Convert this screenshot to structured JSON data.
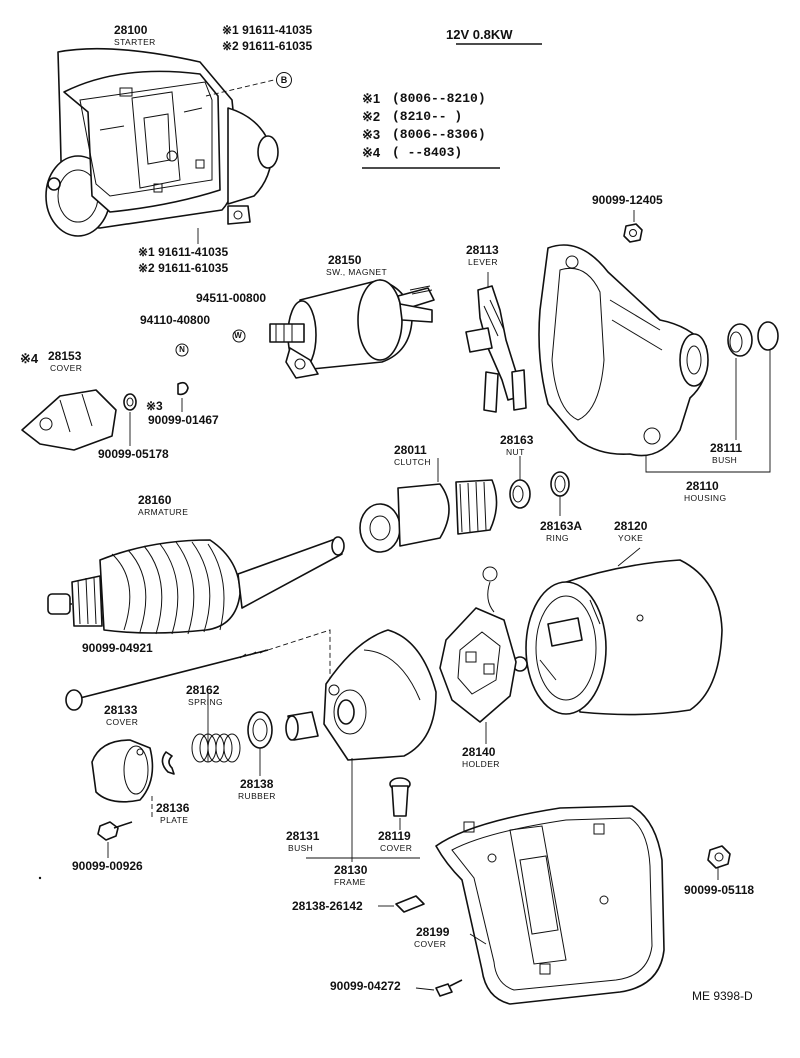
{
  "spec": {
    "title": "12V 0.8KW"
  },
  "variants": [
    {
      "mark": "※1",
      "range": "(8006--8210)"
    },
    {
      "mark": "※2",
      "range": "(8210--      )"
    },
    {
      "mark": "※3",
      "range": "(8006--8306)"
    },
    {
      "mark": "※4",
      "range": "(        --8403)"
    }
  ],
  "starter": {
    "num": "28100",
    "name": "STARTER"
  },
  "top_bolts": {
    "v1": "※1 91611-41035",
    "v2": "※2 91611-61035",
    "ref": "B"
  },
  "lower_bolts": {
    "v1": "※1 91611-41035",
    "v2": "※2 91611-61035"
  },
  "magnet": {
    "num": "28150",
    "name": "SW., MAGNET"
  },
  "washer_w": {
    "num": "94511-00800",
    "ref": "W"
  },
  "nut_n": {
    "num": "94110-40800",
    "ref": "N"
  },
  "lever": {
    "num": "28113",
    "name": "LEVER"
  },
  "nut_12405": {
    "num": "90099-12405"
  },
  "cover_28153": {
    "mark": "※4",
    "num": "28153",
    "name": "COVER"
  },
  "part_01467": {
    "mark": "※3",
    "num": "90099-01467"
  },
  "part_05178": {
    "num": "90099-05178"
  },
  "clutch": {
    "num": "28011",
    "name": "CLUTCH"
  },
  "nut_28163": {
    "num": "28163",
    "name": "NUT"
  },
  "ring": {
    "num": "28163A",
    "name": "RING"
  },
  "bush_28111": {
    "num": "28111",
    "name": "BUSH"
  },
  "housing": {
    "num": "28110",
    "name": "HOUSING"
  },
  "armature": {
    "num": "28160",
    "name": "ARMATURE"
  },
  "yoke": {
    "num": "28120",
    "name": "YOKE"
  },
  "bolt_04921": {
    "num": "90099-04921"
  },
  "cover_28133": {
    "num": "28133",
    "name": "COVER"
  },
  "spring": {
    "num": "28162",
    "name": "SPRING"
  },
  "rubber": {
    "num": "28138",
    "name": "RUBBER"
  },
  "plate": {
    "num": "28136",
    "name": "PLATE"
  },
  "holder": {
    "num": "28140",
    "name": "HOLDER"
  },
  "screw_00926": {
    "num": "90099-00926"
  },
  "bush_28131": {
    "num": "28131",
    "name": "BUSH"
  },
  "cover_28119": {
    "num": "28119",
    "name": "COVER"
  },
  "frame": {
    "num": "28130",
    "name": "FRAME"
  },
  "part_26142": {
    "num": "28138-26142"
  },
  "cover_28199": {
    "num": "28199",
    "name": "COVER"
  },
  "nut_05118": {
    "num": "90099-05118"
  },
  "screw_04272": {
    "num": "90099-04272"
  },
  "figure_ref": "ME  9398-D"
}
